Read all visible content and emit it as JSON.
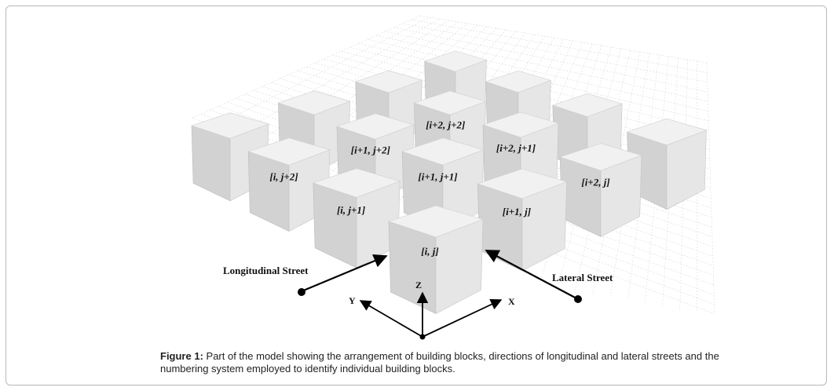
{
  "figure": {
    "caption_label": "Figure 1:",
    "caption_text": " Part of the model showing the arrangement of building blocks, directions of longitudinal and lateral streets and the numbering system employed to identify individual building blocks."
  },
  "blocks": [
    {
      "id": "b-far-7",
      "label": ""
    },
    {
      "id": "b-far-5",
      "label": ""
    },
    {
      "id": "b-far-6",
      "label": ""
    },
    {
      "id": "b-far-3",
      "label": ""
    },
    {
      "id": "b-far-8",
      "label": ""
    },
    {
      "id": "b-ip2-jp2",
      "label": "[i+2, j+2]"
    },
    {
      "id": "b-far-2",
      "label": ""
    },
    {
      "id": "b-ip1-jp2",
      "label": "[i+1, j+2]"
    },
    {
      "id": "b-ip2-jp1",
      "label": "[i+2, j+1]"
    },
    {
      "id": "b-far-1",
      "label": ""
    },
    {
      "id": "b-far-4",
      "label": ""
    },
    {
      "id": "b-i-jp2",
      "label": "[i, j+2]"
    },
    {
      "id": "b-ip1-jp1",
      "label": "[i+1, j+1]"
    },
    {
      "id": "b-ip2-j",
      "label": "[i+2, j]"
    },
    {
      "id": "b-i-jp1",
      "label": "[i, j+1]"
    },
    {
      "id": "b-ip1-j",
      "label": "[i+1, j]"
    },
    {
      "id": "b-i-j",
      "label": "[i, j]"
    }
  ],
  "streets": {
    "longitudinal": "Longitudinal Street",
    "lateral": "Lateral Street"
  },
  "axes": {
    "x": "X",
    "y": "Y",
    "z": "Z"
  }
}
